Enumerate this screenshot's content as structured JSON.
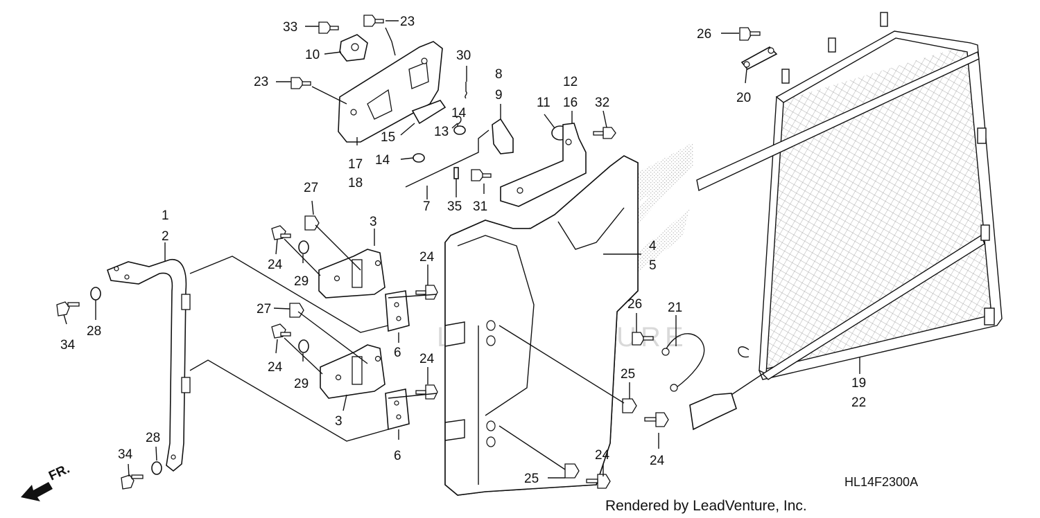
{
  "diagram_code": "HL14F2300A",
  "rendered_by": "Rendered by LeadVenture, Inc.",
  "watermark_text": "LEADVENTURE",
  "direction_label": "FR.",
  "callouts": [
    {
      "id": "c1",
      "text": "1"
    },
    {
      "id": "c2",
      "text": "2"
    },
    {
      "id": "c3a",
      "text": "3"
    },
    {
      "id": "c3b",
      "text": "3"
    },
    {
      "id": "c4",
      "text": "4"
    },
    {
      "id": "c5",
      "text": "5"
    },
    {
      "id": "c6a",
      "text": "6"
    },
    {
      "id": "c6b",
      "text": "6"
    },
    {
      "id": "c7",
      "text": "7"
    },
    {
      "id": "c8",
      "text": "8"
    },
    {
      "id": "c9",
      "text": "9"
    },
    {
      "id": "c10",
      "text": "10"
    },
    {
      "id": "c11",
      "text": "11"
    },
    {
      "id": "c12",
      "text": "12"
    },
    {
      "id": "c13",
      "text": "13"
    },
    {
      "id": "c14a",
      "text": "14"
    },
    {
      "id": "c14b",
      "text": "14"
    },
    {
      "id": "c15",
      "text": "15"
    },
    {
      "id": "c16",
      "text": "16"
    },
    {
      "id": "c17",
      "text": "17"
    },
    {
      "id": "c18",
      "text": "18"
    },
    {
      "id": "c19",
      "text": "19"
    },
    {
      "id": "c20",
      "text": "20"
    },
    {
      "id": "c21",
      "text": "21"
    },
    {
      "id": "c22",
      "text": "22"
    },
    {
      "id": "c23a",
      "text": "23"
    },
    {
      "id": "c23b",
      "text": "23"
    },
    {
      "id": "c24a",
      "text": "24"
    },
    {
      "id": "c24b",
      "text": "24"
    },
    {
      "id": "c24c",
      "text": "24"
    },
    {
      "id": "c24d",
      "text": "24"
    },
    {
      "id": "c24e",
      "text": "24"
    },
    {
      "id": "c24f",
      "text": "24"
    },
    {
      "id": "c25a",
      "text": "25"
    },
    {
      "id": "c25b",
      "text": "25"
    },
    {
      "id": "c26a",
      "text": "26"
    },
    {
      "id": "c26b",
      "text": "26"
    },
    {
      "id": "c27a",
      "text": "27"
    },
    {
      "id": "c27b",
      "text": "27"
    },
    {
      "id": "c28a",
      "text": "28"
    },
    {
      "id": "c28b",
      "text": "28"
    },
    {
      "id": "c29a",
      "text": "29"
    },
    {
      "id": "c29b",
      "text": "29"
    },
    {
      "id": "c30",
      "text": "30"
    },
    {
      "id": "c31",
      "text": "31"
    },
    {
      "id": "c32",
      "text": "32"
    },
    {
      "id": "c33",
      "text": "33"
    },
    {
      "id": "c34a",
      "text": "34"
    },
    {
      "id": "c34b",
      "text": "34"
    },
    {
      "id": "c35",
      "text": "35"
    }
  ]
}
